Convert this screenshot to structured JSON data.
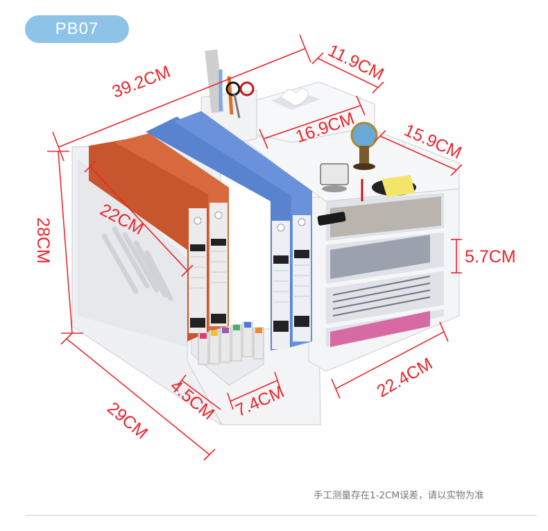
{
  "product_code": "PB07",
  "dimensions": {
    "width_total": "39.2CM",
    "tissue_box_depth": "11.9CM",
    "tissue_box_width": "16.9CM",
    "shelf_depth": "15.9CM",
    "height": "28CM",
    "file_slot_depth": "22CM",
    "drawer_gap": "5.7CM",
    "pen_slot_depth": "4.5CM",
    "pen_slot_width": "7.4CM",
    "base_depth": "29CM",
    "shelf_width": "22.4CM"
  },
  "note": "手工测量存在1-2CM误差，请以实物为准",
  "colors": {
    "badge": "#8ec3e8",
    "dimension": "#e8262b",
    "binder_orange": "#c8562c",
    "binder_blue": "#5a83cf",
    "organizer": "#f3f4f6"
  }
}
